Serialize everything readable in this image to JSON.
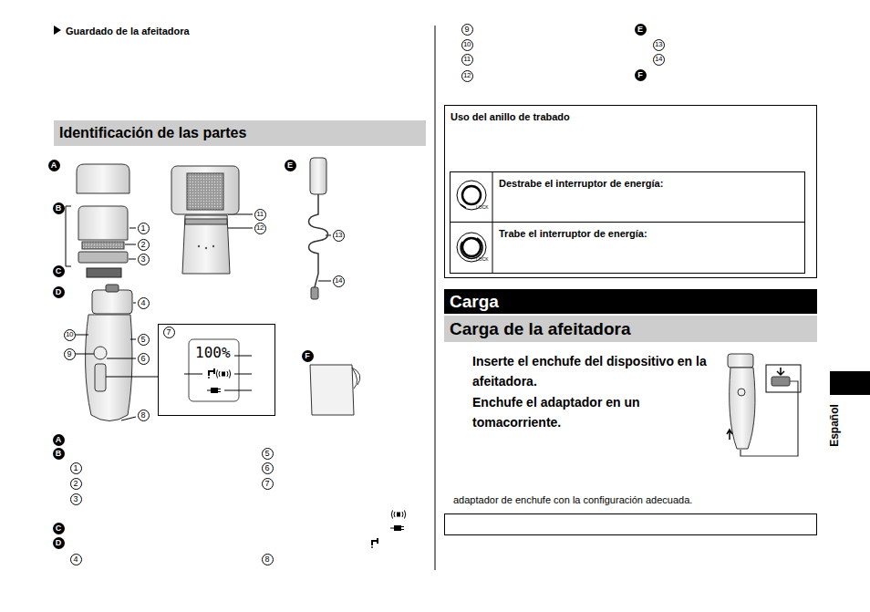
{
  "diagram": {
    "nodes": [
      {
        "text": [
          "Identificación de las partes"
        ]
      },
      {
        "text": [
          "A"
        ]
      },
      {
        "text": [
          "B"
        ]
      },
      {
        "text": [
          "1"
        ]
      },
      {
        "text": [
          "2"
        ]
      },
      {
        "text": [
          "3"
        ]
      },
      {
        "text": [
          "C"
        ]
      },
      {
        "text": [
          "D"
        ]
      },
      {
        "text": [
          "4"
        ]
      },
      {
        "text": [
          "10"
        ]
      },
      {
        "text": [
          "9"
        ]
      },
      {
        "text": [
          "5"
        ]
      },
      {
        "text": [
          "6"
        ]
      },
      {
        "text": [
          "7"
        ]
      },
      {
        "text": [
          "8"
        ]
      },
      {
        "text": [
          "11"
        ]
      },
      {
        "text": [
          "12"
        ]
      },
      {
        "text": [
          "E"
        ]
      },
      {
        "text": [
          "13"
        ]
      },
      {
        "text": [
          "14"
        ]
      },
      {
        "text": [
          "F"
        ]
      },
      {
        "text": [
          "A"
        ]
      },
      {
        "text": [
          "B"
        ]
      },
      {
        "text": [
          "1"
        ]
      },
      {
        "text": [
          "2"
        ]
      },
      {
        "text": [
          "3"
        ]
      },
      {
        "text": [
          "C"
        ]
      },
      {
        "text": [
          "D"
        ]
      },
      {
        "text": [
          "4"
        ]
      },
      {
        "text": [
          "5"
        ]
      },
      {
        "text": [
          "6"
        ]
      },
      {
        "text": [
          "7"
        ]
      },
      {
        "text": [
          "8"
        ]
      },
      {
        "text": [
          "9"
        ]
      },
      {
        "text": [
          "10"
        ]
      },
      {
        "text": [
          "11"
        ]
      },
      {
        "text": [
          "12"
        ]
      },
      {
        "text": [
          "E"
        ]
      },
      {
        "text": [
          "13"
        ]
      },
      {
        "text": [
          "14"
        ]
      },
      {
        "text": [
          "F"
        ]
      },
      {
        "text": [
          "Uso del anillo de trabado"
        ]
      },
      {
        "text": [
          "Destrabe el interruptor de energía:"
        ],
        "in": 41
      },
      {
        "text": [
          "Trabe el interruptor de energía:"
        ],
        "in": 41
      },
      {
        "text": [
          "Carga"
        ]
      },
      {
        "text": [
          "Carga de la afeitadora"
        ]
      }
    ],
    "labels": [
      "Guardado de la afeitadora",
      "100%",
      "LOCK",
      "LOCK",
      "Inserte el enchufe del dispositivo en la afeitadora.",
      "Enchufe el adaptador en un tomacorriente.",
      "adaptador de enchufe con la configuración adecuada.",
      "Español"
    ]
  }
}
